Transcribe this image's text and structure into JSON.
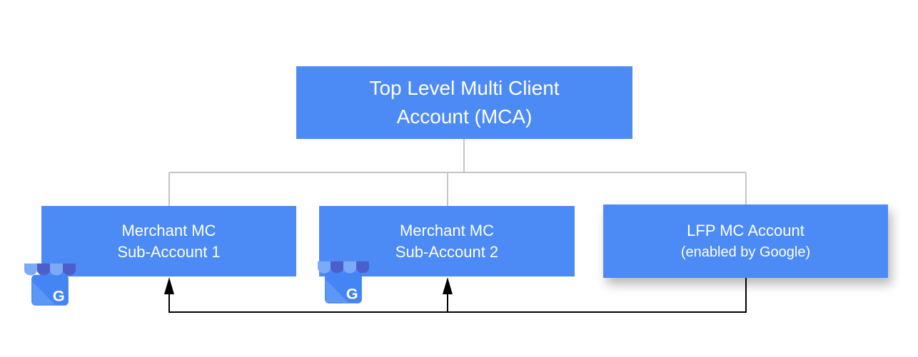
{
  "diagram": {
    "type": "account-hierarchy",
    "nodes": [
      {
        "id": "mca",
        "lines": [
          "Top Level Multi Client",
          "Account (MCA)"
        ]
      },
      {
        "id": "merchant-sub-1",
        "lines": [
          "Merchant MC",
          "Sub-Account 1"
        ],
        "icon": "google-my-business-icon"
      },
      {
        "id": "merchant-sub-2",
        "lines": [
          "Merchant MC",
          "Sub-Account 2"
        ],
        "icon": "google-my-business-icon"
      },
      {
        "id": "lfp-mc-account",
        "lines": [
          "LFP MC Account",
          "(enabled by Google)"
        ]
      }
    ],
    "edges": [
      {
        "from": "mca",
        "to": "merchant-sub-1",
        "style": "tree-line"
      },
      {
        "from": "mca",
        "to": "merchant-sub-2",
        "style": "tree-line"
      },
      {
        "from": "mca",
        "to": "lfp-mc-account",
        "style": "tree-line"
      },
      {
        "from": "lfp-mc-account",
        "to": "merchant-sub-1",
        "style": "arrow"
      },
      {
        "from": "lfp-mc-account",
        "to": "merchant-sub-2",
        "style": "arrow"
      }
    ],
    "colors": {
      "node_fill": "#4C8BF5",
      "node_text": "#FFFFFF",
      "tree_line": "#C5C5C5",
      "arrow_line": "#000000",
      "icon_body": "#4385F4",
      "icon_body_highlight": "#5C97F6",
      "icon_awning_light": "#7BAAF7",
      "icon_awning_dark": "#4C5FC9",
      "icon_letter": "#FFFFFF"
    },
    "icon_letter": "G"
  }
}
